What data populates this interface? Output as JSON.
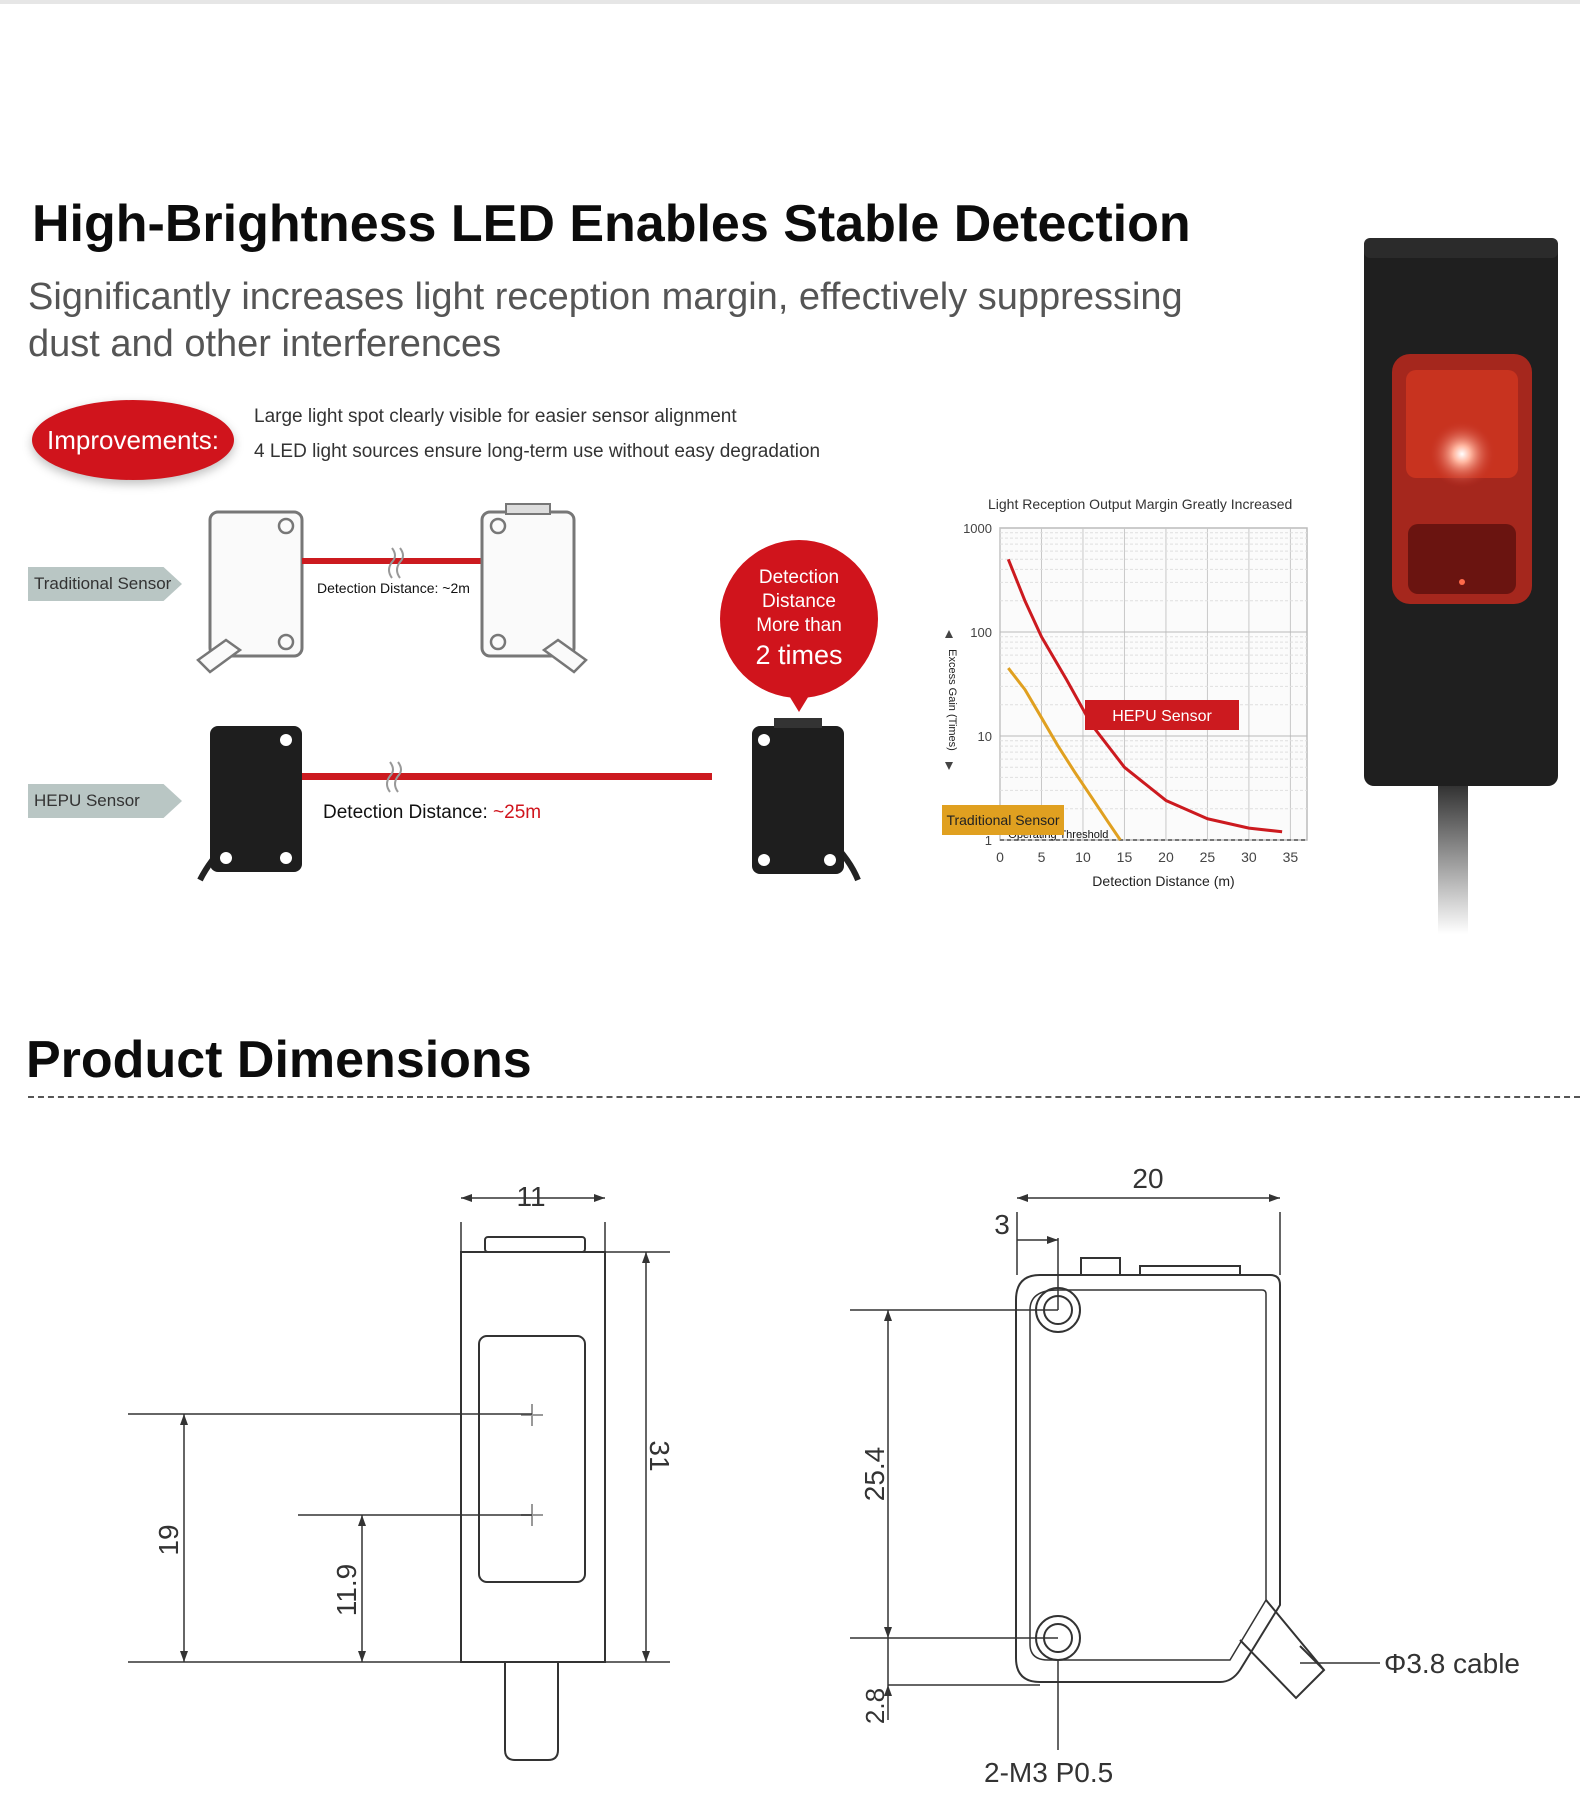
{
  "section1": {
    "title": "High-Brightness LED Enables Stable Detection",
    "subtitle": "Significantly increases light reception margin, effectively suppressing dust and other interferences",
    "improvements_label": "Improvements:",
    "bullets": [
      "Large light spot clearly visible for easier sensor alignment",
      "4 LED light sources ensure long-term use without easy degradation"
    ]
  },
  "comparison": {
    "traditional_label": "Traditional Sensor",
    "traditional_distance": "Detection Distance: ~2m",
    "hepu_label": "HEPU Sensor",
    "hepu_distance_prefix": "Detection Distance: ",
    "hepu_distance_value": "~25m",
    "bubble_line1": "Detection",
    "bubble_line2": "Distance",
    "bubble_line3": "More than",
    "bubble_line4": "2 times"
  },
  "chart_data": {
    "type": "line",
    "title": "Light Reception Output Margin Greatly Increased",
    "xlabel": "Detection Distance (m)",
    "ylabel": "Excess Gain (Times)",
    "x_ticks": [
      "0",
      "5",
      "10",
      "15",
      "20",
      "25",
      "30",
      "35"
    ],
    "y_ticks": [
      "1000",
      "100",
      "10",
      "1"
    ],
    "xlim": [
      0,
      37
    ],
    "ylim": [
      1,
      1000
    ],
    "yscale": "log",
    "grid": true,
    "threshold_label": "Operating Threshold",
    "threshold_value": 1,
    "series": [
      {
        "name": "HEPU Sensor",
        "color": "#cc1a1f",
        "x": [
          1,
          3,
          5,
          8,
          11,
          15,
          20,
          25,
          30,
          34
        ],
        "y": [
          500,
          200,
          90,
          35,
          13,
          5,
          2.4,
          1.6,
          1.3,
          1.2
        ]
      },
      {
        "name": "Traditional Sensor",
        "color": "#e0a020",
        "x": [
          1,
          3,
          5,
          7,
          9,
          11,
          13,
          14.5
        ],
        "y": [
          45,
          28,
          15,
          8,
          4.5,
          2.6,
          1.5,
          1.0
        ]
      }
    ]
  },
  "dimensions": {
    "title": "Product Dimensions",
    "front_width": "11",
    "front_height": "31",
    "front_dim_19": "19",
    "front_dim_11_9": "11.9",
    "side_width": "20",
    "side_offset": "3",
    "side_height": "25.4",
    "side_bottom": "2.8",
    "cable_label": "Φ3.8  cable",
    "mount_label": "2-M3  P0.5"
  },
  "colors": {
    "accent_red": "#d0141c",
    "chart_red": "#cc1a1f",
    "chart_orange": "#e0a020",
    "label_gray": "#b9c6c4"
  }
}
